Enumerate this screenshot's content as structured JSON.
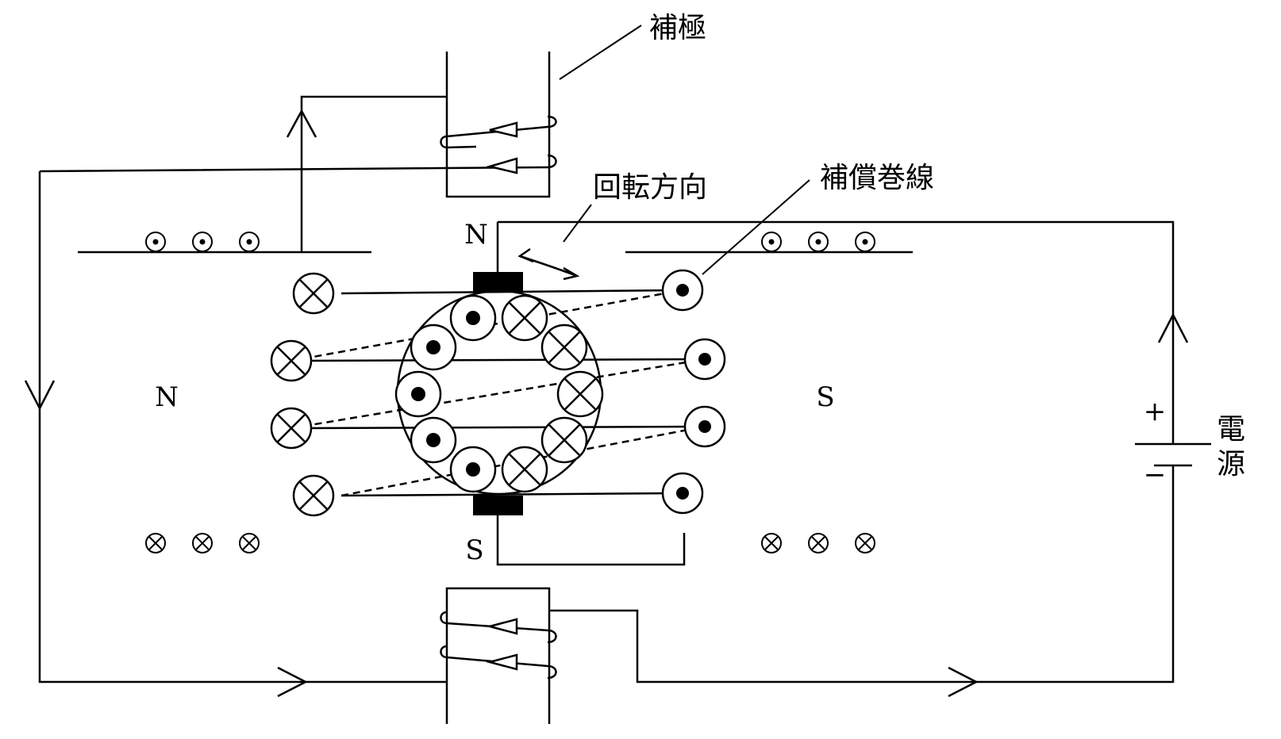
{
  "labels": {
    "interpole": "補極",
    "rotation": "回転方向",
    "compensating_winding": "補償巻線",
    "main_pole_left": "N",
    "main_pole_right": "S",
    "interpole_top": "N",
    "interpole_bottom": "S",
    "power_source_line1": "電",
    "power_source_line2": "源",
    "plus": "+",
    "minus": "−"
  },
  "icons": {
    "current_in": "dot-in-circle-icon",
    "current_out": "cross-in-circle-icon",
    "arrow": "open-arrowhead-icon",
    "battery": "battery-symbol"
  },
  "colors": {
    "line": "#000000",
    "background": "#ffffff"
  }
}
